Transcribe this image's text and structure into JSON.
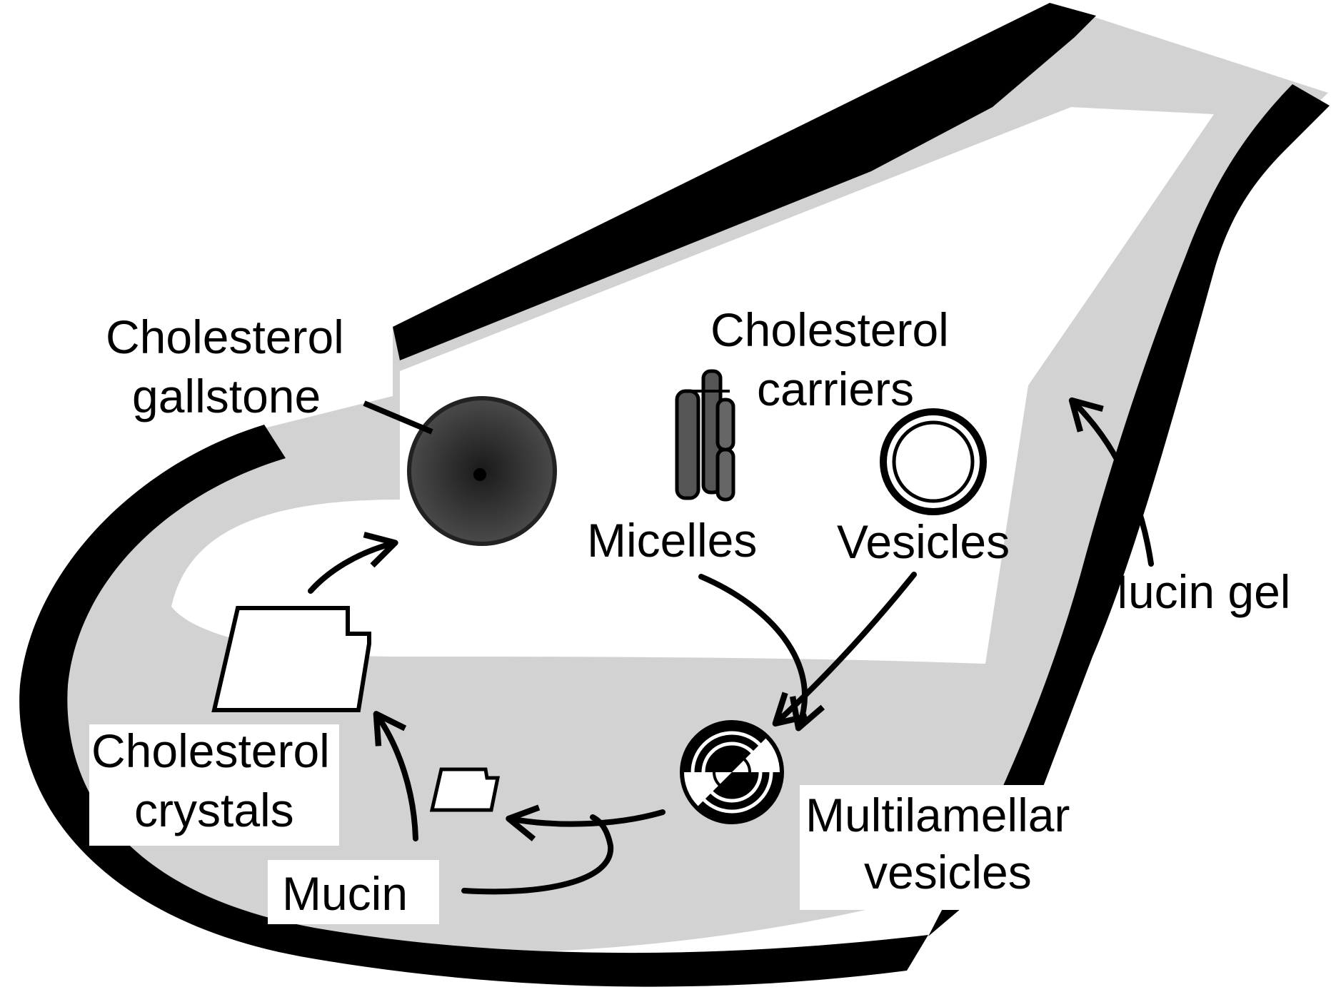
{
  "labels": {
    "gallstone_line1": "Cholesterol",
    "gallstone_line2": "gallstone",
    "carriers_line1": "Cholesterol",
    "carriers_line2": "carriers",
    "micelles": "Micelles",
    "vesicles": "Vesicles",
    "mucin_gel": "Mucin gel",
    "crystals_line1": "Cholesterol",
    "crystals_line2": "crystals",
    "mucin": "Mucin",
    "multilamellar_line1": "Multilamellar",
    "multilamellar_line2": "vesicles"
  },
  "colors": {
    "wall": "#000000",
    "mucin_gel_layer": "#d2d2d2",
    "lumen": "#ffffff",
    "gallstone": "#333333"
  }
}
